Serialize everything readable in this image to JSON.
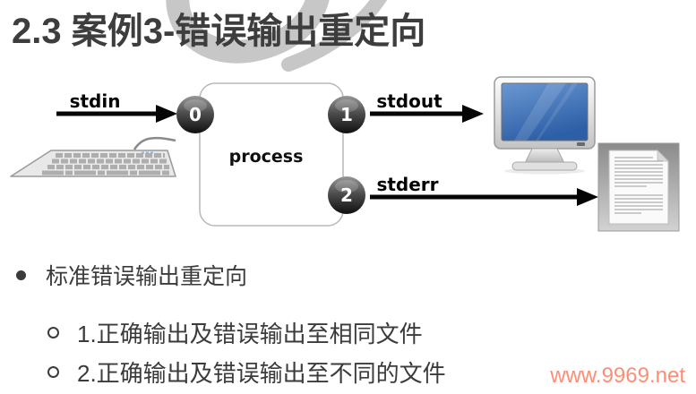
{
  "title": "2.3 案例3-错误输出重定向",
  "diagram": {
    "stdin_label": "stdin",
    "stdout_label": "stdout",
    "stderr_label": "stderr",
    "process_label": "process",
    "fds": [
      "0",
      "1",
      "2"
    ],
    "input_device_icon": "keyboard-icon",
    "stdout_target_icon": "monitor-icon",
    "stderr_target_icon": "document-icon"
  },
  "bullets": {
    "main": "标准错误输出重定向",
    "sub": [
      "1.正确输出及错误输出至相同文件",
      "2.正确输出及错误输出至不同的文件"
    ]
  },
  "watermark": "www.9969.net",
  "colors": {
    "title_text": "#3d3d3d",
    "body_text": "#3b3b3b",
    "watermark_accent": "#ff8d76",
    "monitor_screen_blue": "#3a6bb0",
    "bg_logo_gray": "#c7c7c7"
  }
}
